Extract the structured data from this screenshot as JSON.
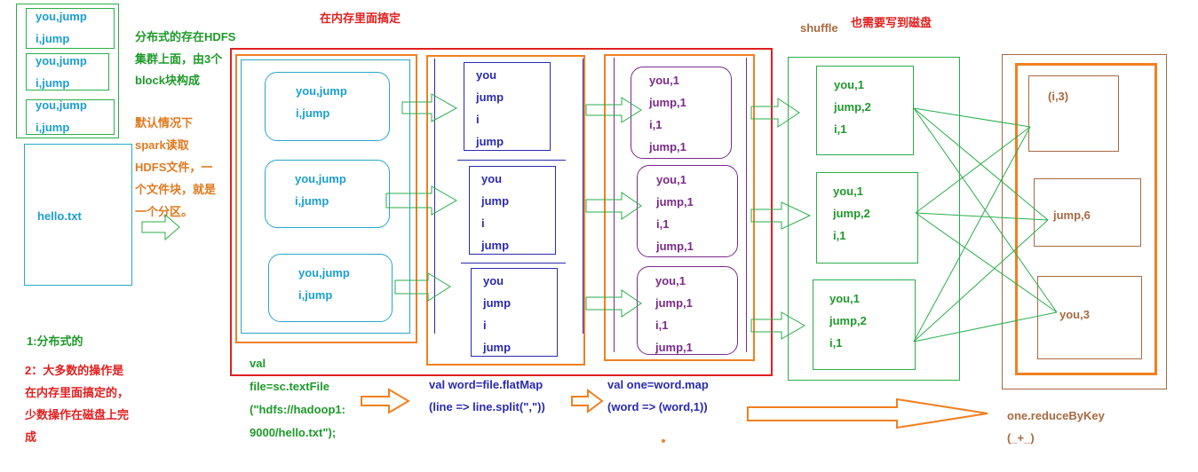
{
  "colors": {
    "blue_text": "#1a9fd0",
    "green": "#2aae4a",
    "green_text": "#1e9a2a",
    "orange": "#f08020",
    "orange_text": "#e07a20",
    "red": "#e02020",
    "navy": "#2a2ab0",
    "purple": "#7a2a8a",
    "brown": "#a86a40",
    "teal_line": "#27a8c8"
  },
  "left": {
    "blocks": [
      {
        "l1": "you,jump",
        "l2": "i,jump"
      },
      {
        "l1": "you,jump",
        "l2": "i,jump"
      },
      {
        "l1": "you,jump",
        "l2": "i,jump"
      }
    ],
    "file_label": "hello.txt",
    "note_hdfs": [
      "分布式的存在HDFS",
      "集群上面，由3个",
      "block块构成"
    ],
    "note_default": [
      "默认情况下",
      "spark读取",
      "HDFS文件，一",
      "个文件块，就是",
      "一个分区。"
    ],
    "note_distributed": "1:分布式的",
    "note_memory": [
      "2：大多数的操作是",
      "在内存里面搞定的，",
      "少数操作在磁盘上完",
      "成"
    ]
  },
  "memory_title": "在内存里面搞定",
  "stage1": {
    "items": [
      {
        "l1": "you,jump",
        "l2": "i,jump"
      },
      {
        "l1": "you,jump",
        "l2": "i,jump"
      },
      {
        "l1": "you,jump",
        "l2": "i,jump"
      }
    ],
    "code": [
      "val",
      "file=sc.textFile",
      "(\"hdfs://hadoop1:",
      "9000/hello.txt\");"
    ]
  },
  "stage2": {
    "items": [
      [
        "you",
        "jump",
        "i",
        "jump"
      ],
      [
        "you",
        "jump",
        "i",
        "jump"
      ],
      [
        "you",
        "jump",
        "i",
        "jump"
      ]
    ],
    "code": [
      "val word=file.flatMap",
      "(line => line.split(\",\"))"
    ]
  },
  "stage3": {
    "items": [
      [
        "you,1",
        "jump,1",
        "i,1",
        "jump,1"
      ],
      [
        "you,1",
        "jump,1",
        "i,1",
        "jump,1"
      ],
      [
        "you,1",
        "jump,1",
        "i,1",
        "jump,1"
      ]
    ],
    "code": [
      "val one=word.map",
      "(word => (word,1))"
    ]
  },
  "shuffle": {
    "label": "shuffle",
    "note": "也需要写到磁盘",
    "items": [
      [
        "you,1",
        "jump,2",
        "i,1"
      ],
      [
        "you,1",
        "jump,2",
        "i,1"
      ],
      [
        "you,1",
        "jump,2",
        "i,1"
      ]
    ]
  },
  "result": {
    "items": [
      "(i,3)",
      "jump,6",
      "you,3"
    ],
    "code": [
      "one.reduceByKey",
      "(_+_)"
    ]
  }
}
